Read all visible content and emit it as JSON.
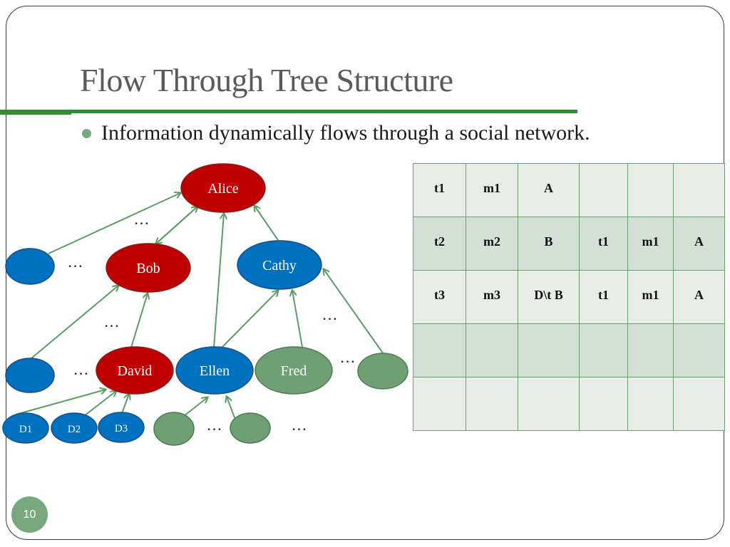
{
  "slide": {
    "title": "Flow Through Tree Structure",
    "bullet": "Information dynamically flows through a social network.",
    "page_number": "10"
  },
  "colors": {
    "accent_green": "#2f8f2f",
    "infected_red": "#c00000",
    "blue_node": "#0070c0",
    "green_node": "#6fa074",
    "edge": "#5c9c64"
  },
  "diagram": {
    "nodes": {
      "alice": "Alice",
      "bob": "Bob",
      "cathy": "Cathy",
      "david": "David",
      "ellen": "Ellen",
      "fred": "Fred",
      "d1": "D1",
      "d2": "D2",
      "d3": "D3"
    },
    "ellipsis": "…"
  },
  "table": {
    "rows": [
      [
        "t1",
        "m1",
        "A",
        "",
        "",
        ""
      ],
      [
        "t2",
        "m2",
        "B",
        "t1",
        "m1",
        "A"
      ],
      [
        "t3",
        "m3",
        "D\\t B",
        "t1",
        "m1",
        "A"
      ],
      [
        "",
        "",
        "",
        "",
        "",
        ""
      ],
      [
        "",
        "",
        "",
        "",
        "",
        ""
      ]
    ]
  }
}
